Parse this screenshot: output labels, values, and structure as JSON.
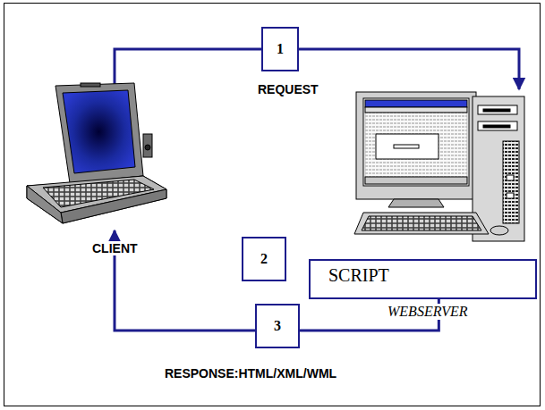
{
  "diagram": {
    "nodes": [
      {
        "text": [
          "CLIENT"
        ]
      },
      {
        "text": [
          "1"
        ]
      },
      {
        "text": [
          "2"
        ]
      },
      {
        "text": [
          "SCRIPT"
        ]
      },
      {
        "text": [
          "3"
        ]
      }
    ],
    "edges": [
      {
        "from": 3,
        "to": 0,
        "arrow": "to"
      }
    ],
    "labels": [
      "REQUEST",
      "WEBSERVER",
      "RESPONSE:HTML/XML/WML"
    ]
  }
}
